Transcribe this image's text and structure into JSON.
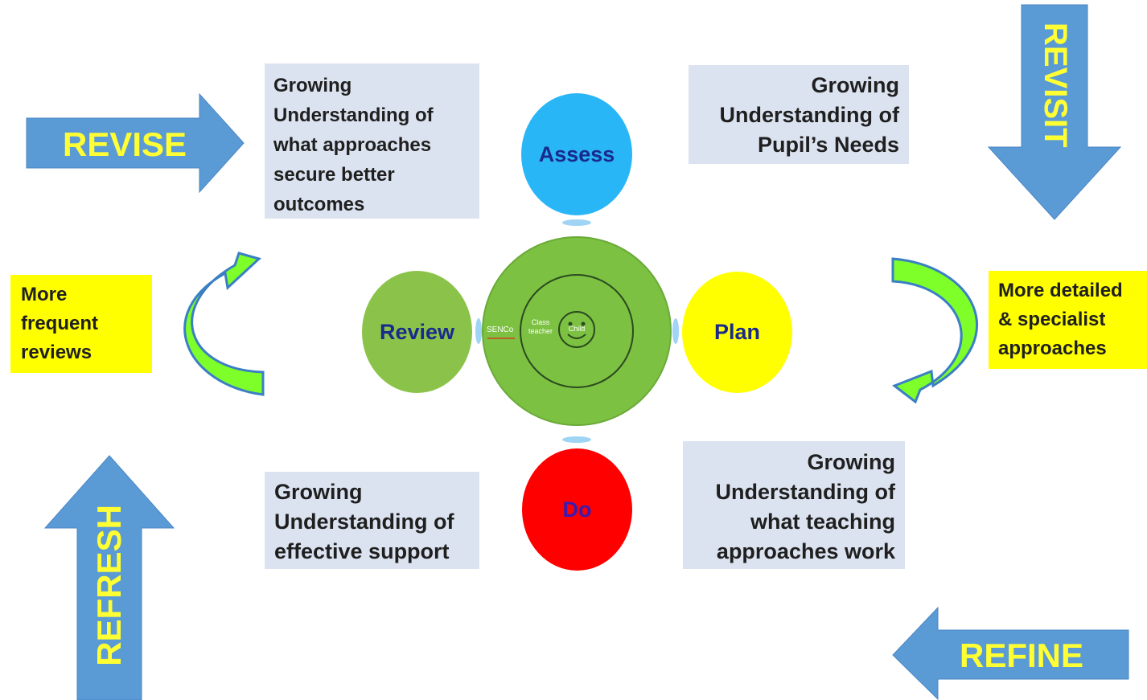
{
  "arrows": {
    "revise": "REVISE",
    "revisit": "REVISIT",
    "refresh": "REFRESH",
    "refine": "REFINE"
  },
  "boxes": {
    "top_left": "Growing\nUnderstanding of\nwhat approaches\nsecure better\noutcomes",
    "top_right": "Growing\nUnderstanding of\nPupil’s Needs",
    "bottom_left": "Growing\nUnderstanding of\neffective support",
    "bottom_right": "Growing\nUnderstanding of\nwhat teaching\napproaches work",
    "left_yellow": "More\nfrequent\nreviews",
    "right_yellow": "More detailed\n& specialist\napproaches"
  },
  "cycle": {
    "assess": "Assess",
    "plan": "Plan",
    "do": "Do",
    "review": "Review"
  },
  "center": {
    "senco": "SENCo",
    "class_teacher": "Class\nteacher",
    "child": "Child"
  },
  "colors": {
    "arrow_blue": "#5b9bd5",
    "arrow_text": "#ffff33",
    "box_bg": "#dce3f0",
    "assess": "#29b6f6",
    "plan": "#ffff00",
    "do": "#ff0000",
    "review": "#8bc34a",
    "center": "#7cc142",
    "curved_arrow": "#7fff2a"
  }
}
